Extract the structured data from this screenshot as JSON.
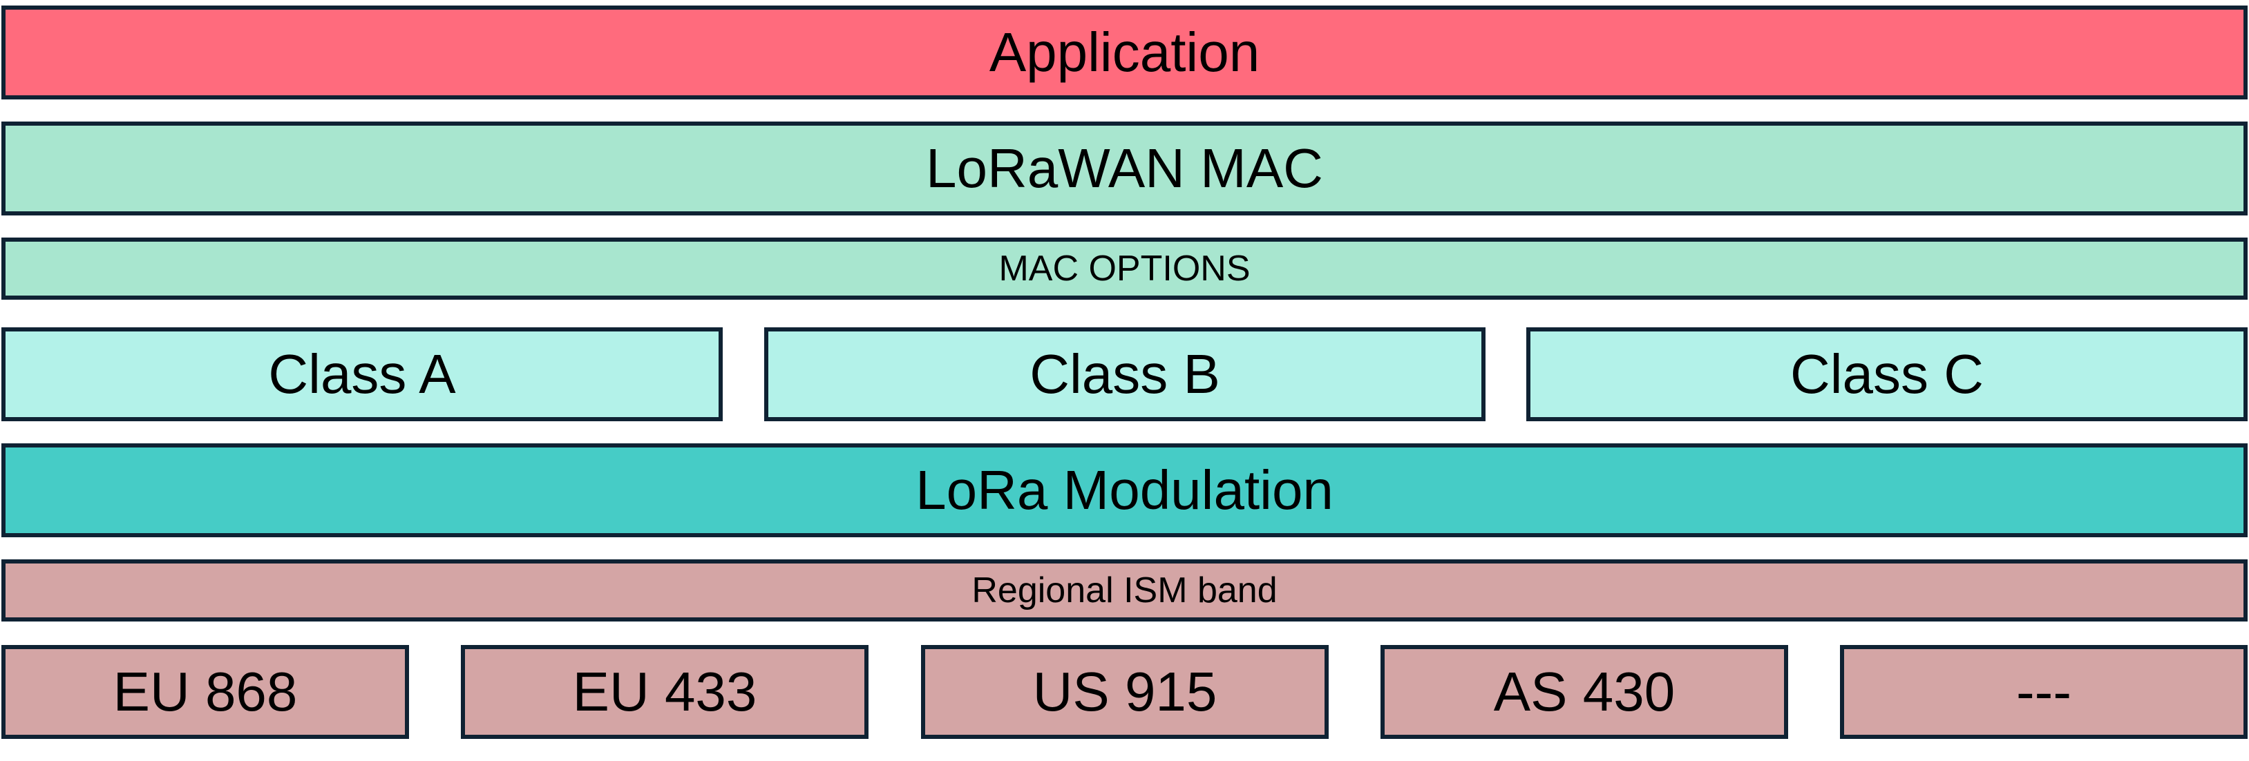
{
  "colors": {
    "application": "#ff6b7d",
    "mac": "#a8e6cf",
    "classes": "#b3f2e9",
    "modulation": "#46ccc6",
    "ism": "#d4a5a5",
    "border": "#0f2233"
  },
  "layers": {
    "application": "Application",
    "mac": "LoRaWAN MAC",
    "mac_options": "MAC OPTIONS",
    "modulation": "LoRa Modulation",
    "ism": "Regional ISM band"
  },
  "classes": [
    "Class A",
    "Class B",
    "Class C"
  ],
  "bands": [
    "EU 868",
    "EU 433",
    "US 915",
    "AS 430",
    "---"
  ]
}
